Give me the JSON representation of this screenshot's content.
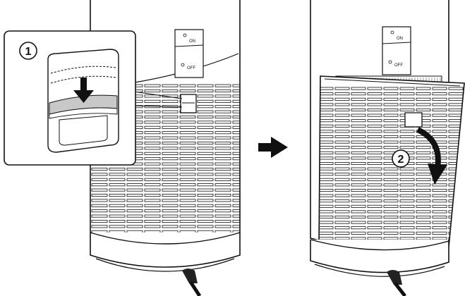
{
  "steps": [
    {
      "number": "1"
    },
    {
      "number": "2"
    }
  ],
  "panel_labels": {
    "top": "ON",
    "bottom": "OFF"
  },
  "colors": {
    "line": "#111111",
    "background": "#ffffff",
    "shade": "#c8c8c8",
    "arrow": "#222222"
  },
  "icons": {
    "step_arrow": "right-arrow-icon",
    "pull_down": "down-arrow-icon",
    "swing_open": "curved-arrow-icon"
  }
}
